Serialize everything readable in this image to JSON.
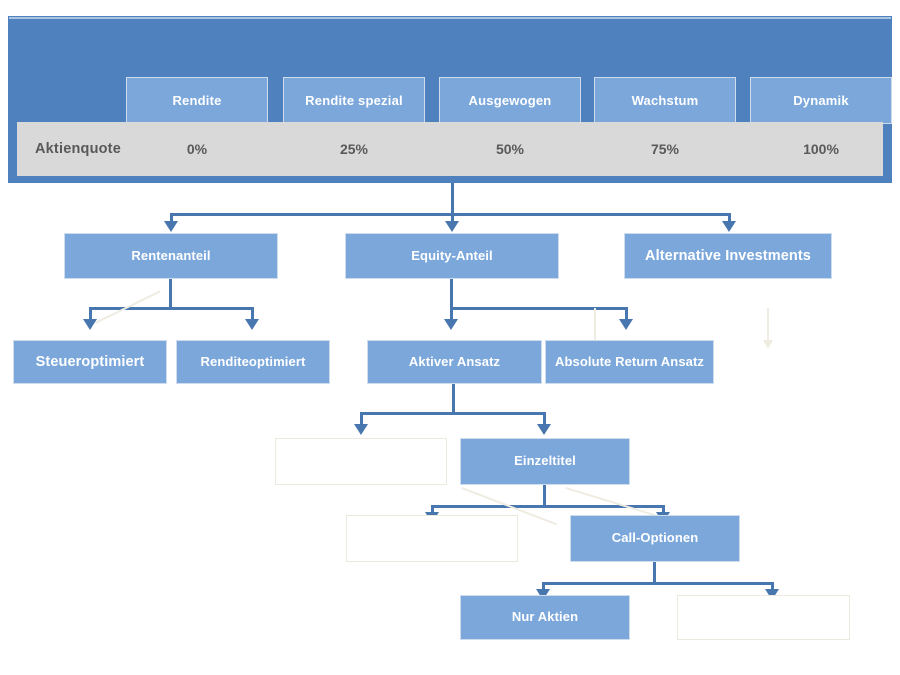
{
  "header": {
    "matrix_label": "Aktienquote",
    "profiles": [
      {
        "name": "Rendite",
        "equity_quota": "0%"
      },
      {
        "name": "Rendite spezial",
        "equity_quota": "25%"
      },
      {
        "name": "Ausgewogen",
        "equity_quota": "50%"
      },
      {
        "name": "Wachstum",
        "equity_quota": "75%"
      },
      {
        "name": "Dynamik",
        "equity_quota": "100%"
      }
    ]
  },
  "tree": {
    "level1": [
      {
        "label": "Rentenanteil"
      },
      {
        "label": "Equity-Anteil"
      },
      {
        "label": "Alternative Investments"
      }
    ],
    "level2": [
      {
        "label": "Steueroptimiert"
      },
      {
        "label": "Renditeoptimiert"
      },
      {
        "label": "Aktiver Ansatz"
      },
      {
        "label": "Absolute Return Ansatz"
      }
    ],
    "level3": [
      {
        "label": ""
      },
      {
        "label": "Einzeltitel"
      }
    ],
    "level4": [
      {
        "label": ""
      },
      {
        "label": "Call-Optionen"
      }
    ],
    "level5": [
      {
        "label": "Nur Aktien"
      },
      {
        "label": ""
      }
    ]
  },
  "colors": {
    "band": "#4E81BD",
    "node": "#7BA7DB",
    "connector": "#4876AE",
    "matrix_row": "#D9D9D9",
    "matrix_text": "#595959"
  }
}
